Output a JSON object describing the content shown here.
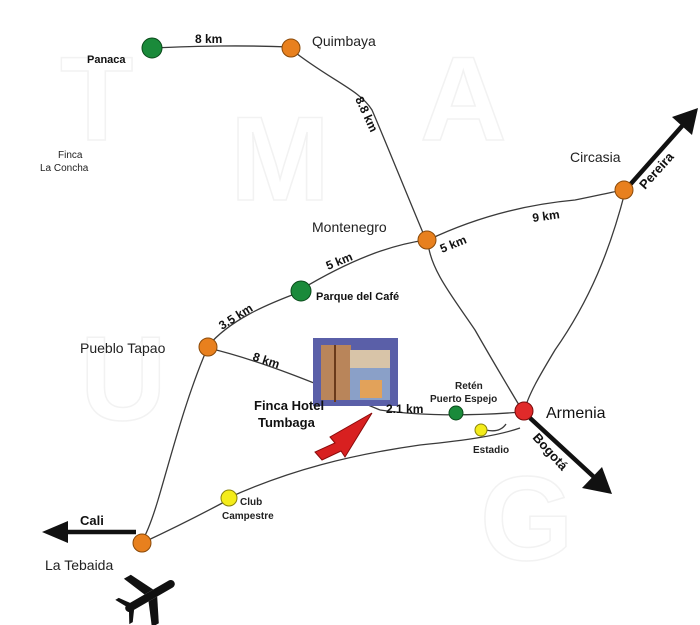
{
  "map": {
    "places": {
      "panaca": "Panaca",
      "quimbaya": "Quimbaya",
      "finca_la_concha_line1": "Finca",
      "finca_la_concha_line2": "La Concha",
      "circasia": "Circasia",
      "montenegro": "Montenegro",
      "parque_del_cafe": "Parque del Café",
      "pueblo_tapao": "Pueblo Tapao",
      "reten_line1": "Retén",
      "reten_line2": "Puerto Espejo",
      "armenia": "Armenia",
      "estadio": "Estadio",
      "club_line1": "Club",
      "club_line2": "Campestre",
      "la_tebaida": "La Tebaida",
      "hotel_line1": "Finca Hotel",
      "hotel_line2": "Tumbaga"
    },
    "distances": {
      "panaca_quimbaya": "8 km",
      "quimbaya_montenegro": "8.8 km",
      "montenegro_circasia": "9 km",
      "montenegro_armenia": "5 km",
      "parque_montenegro": "5 km",
      "tapao_parque": "3.5 km",
      "tapao_hotel": "8 km",
      "hotel_armenia": "2.1 km"
    },
    "directions": {
      "pereira": "Pereira",
      "bogota": "Bogotá",
      "cali": "Cali"
    },
    "colors": {
      "town": "#e8801e",
      "green_poi": "#1a8a3a",
      "yellow_poi": "#f4ec1a",
      "armenia": "#e02a2a",
      "hotel_arrow": "#d82020"
    },
    "icons": [
      "airplane-icon",
      "hotel-photo"
    ]
  }
}
